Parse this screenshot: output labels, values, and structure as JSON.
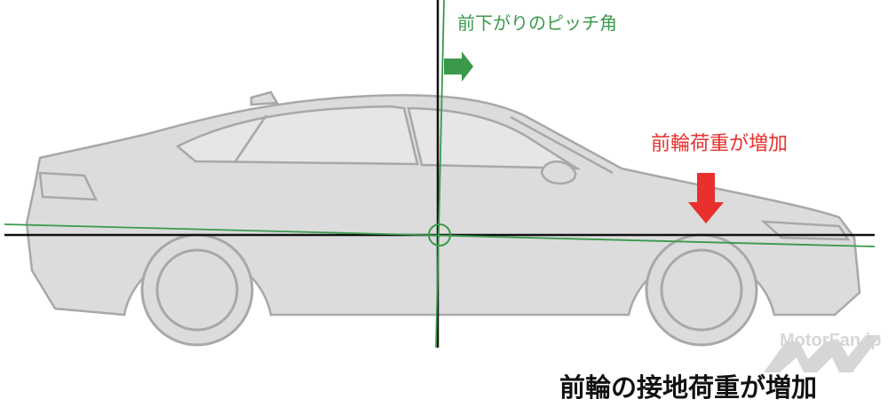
{
  "labels": {
    "pitch_angle": "前下がりのピッチ角",
    "front_load_increase": "前輪荷重が増加",
    "front_contact_load_increase": "前輪の接地荷重が増加"
  },
  "watermark": "MotorFan.jp",
  "colors": {
    "green": "#3a9a4a",
    "red": "#e8302c",
    "car_fill": "#dcdcdc",
    "car_stroke": "#a8a8a8",
    "ground": "#8a8a8e"
  }
}
